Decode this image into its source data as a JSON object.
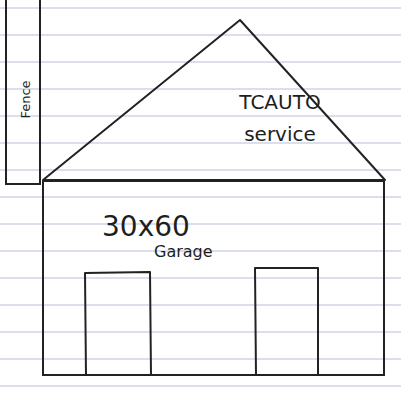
{
  "diagram": {
    "nodes": [
      {
        "text": [
          "Fence"
        ]
      },
      {
        "text": [
          "TCAUTO service"
        ]
      },
      {
        "text": [
          "30x60",
          "Garage"
        ]
      }
    ]
  }
}
